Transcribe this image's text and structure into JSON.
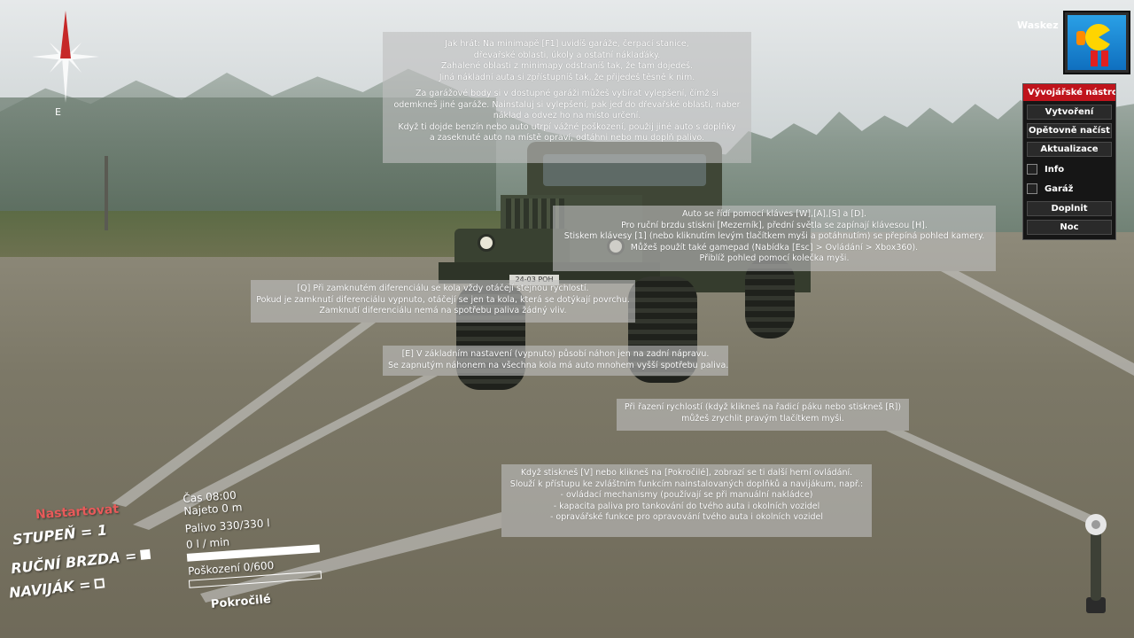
{
  "player": {
    "name": "Waskez"
  },
  "dev_tools": {
    "title": "Vývojářské nástroje",
    "buttons": [
      "Vytvoření",
      "Opětovně načíst",
      "Aktualizace"
    ],
    "checkboxes": [
      {
        "label": "Info",
        "checked": false
      },
      {
        "label": "Garáž",
        "checked": false
      }
    ],
    "buttons_bottom": [
      "Doplnit",
      "Noc"
    ]
  },
  "truck": {
    "plate": "24-03 РОН"
  },
  "tips": {
    "how_to_play": {
      "lines": [
        "Jak hrát: Na minimapě [F1] uvidíš garáže, čerpací stanice,",
        "dřevařské oblasti, úkoly a ostatní náklaďáky.",
        "Zahalené oblasti z minimapy odstraníš tak, že tam dojedeš.",
        "Jiná nákladní auta si zpřístupníš tak, že přijedeš těsně k nim.",
        "",
        "Za garážové body si v dostupné garáži můžeš vybírat vylepšení, čímž si",
        "odemkneš jiné garáže. Nainstaluj si vylepšení, pak jeď do dřevařské oblasti, naber",
        "náklad a odvez ho na místo určení.",
        "Když ti dojde benzín nebo auto utrpí vážné poškození, použij jiné auto s doplňky",
        "a zaseknuté auto na místě opraví, odtáhni nebo mu doplň palivo."
      ]
    },
    "controls": {
      "lines": [
        "Auto se řídí pomocí kláves [W],[A],[S] a [D].",
        "Pro ruční brzdu stiskni [Mezerník], přední světla se zapínají klávesou [H].",
        "Stiskem klávesy [1] (nebo kliknutím levým tlačítkem myši a potáhnutím) se přepíná pohled kamery.",
        "Můžeš použít také gamepad (Nabídka [Esc] > Ovládání > Xbox360).",
        "Přiblíž pohled pomocí kolečka myši."
      ]
    },
    "diff_lock": {
      "lines": [
        "[Q] Při zamknutém diferenciálu se kola vždy otáčejí stejnou rychlostí.",
        "Pokud je zamknutí diferenciálu vypnuto, otáčejí se jen ta kola, která se dotýkají povrchu.",
        "Zamknutí diferenciálu nemá na spotřebu paliva žádný vliv."
      ]
    },
    "awd": {
      "lines": [
        "[E] V základním nastavení (vypnuto) působí náhon jen na zadní nápravu.",
        "Se zapnutým náhonem na všechna kola má auto mnohem vyšší spotřebu paliva."
      ]
    },
    "gearshift": {
      "lines": [
        "Při řazení rychlostí (když klikneš na řadicí páku nebo stiskneš [R])",
        "můžeš zrychlit pravým tlačítkem myši."
      ]
    },
    "advanced": {
      "lines": [
        "Když stiskneš [V] nebo klikneš na [Pokročilé], zobrazí se ti další herní ovládání.",
        "Slouží k přístupu ke zvláštním funkcím nainstalovaných doplňků a navijákum, např.:",
        "- ovládací mechanismy (používají se při manuální nakládce)",
        "- kapacita paliva pro tankování do tvého auta i okolních vozidel",
        "- opravářské funkce pro opravování tvého auta i okolních vozidel"
      ]
    }
  },
  "hud": {
    "start_label": "Nastartovat",
    "gear_label": "STUPEŇ = 1",
    "handbrake_label": "RUČNÍ BRZDA =",
    "handbrake_on": true,
    "winch_label": "NAVIJÁK =",
    "winch_on": false,
    "time": "Čas 08:00",
    "distance": "Najeto 0 m",
    "fuel": "Palivo 330/330 l",
    "fuel_level": 1.0,
    "consumption": "0 l / min",
    "damage": "Poškození 0/600",
    "damage_level": 0.0,
    "advanced_label": "Pokročilé"
  },
  "icons": [
    "compass-icon",
    "checkbox-icon",
    "gear-lever-icon"
  ]
}
